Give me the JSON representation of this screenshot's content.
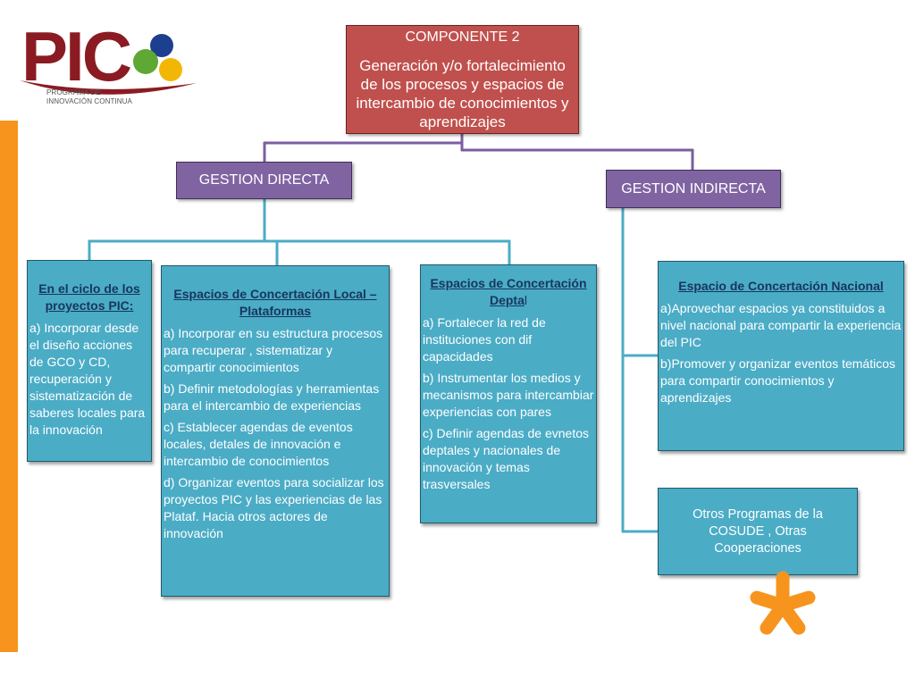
{
  "colors": {
    "component_red": "#c0504d",
    "gestion_purple": "#8064a2",
    "box_teal": "#4bacc6",
    "connector_purple": "#7b5ea1",
    "connector_teal": "#4bacc6",
    "title_text": "#17365d",
    "accent_orange": "#f7941d",
    "logo_red": "#8b1b22",
    "logo_blue": "#1c3f8f",
    "logo_green": "#5ea833",
    "logo_yellow": "#f2b705"
  },
  "logo": {
    "wordmark": "PIC",
    "subtitle_line1": "PROGRAMA DE",
    "subtitle_line2": "INNOVACIÓN CONTINUA"
  },
  "component": {
    "heading": "COMPONENTE 2",
    "description": "Generación y/o fortalecimiento de los procesos y espacios de intercambio de conocimientos y aprendizajes"
  },
  "gestion_directa": {
    "label": "GESTION DIRECTA",
    "boxes": [
      {
        "title": "En el ciclo de los proyectos PIC:",
        "items": [
          "a) Incorporar desde el diseño acciones de GCO y CD, recuperación y sistematización de saberes locales para la innovación"
        ]
      },
      {
        "title": "Espacios de Concertación Local – Plataformas",
        "items": [
          "a) Incorporar en su estructura procesos para recuperar , sistematizar y compartir conocimientos",
          "b) Definir metodologías y herramientas para el intercambio de experiencias",
          "c) Establecer agendas de eventos locales, detales de innovación e intercambio de conocimientos",
          "d) Organizar eventos para socializar los proyectos PIC y las experiencias de las Plataf. Hacia otros actores de innovación"
        ]
      },
      {
        "title": "Espacios de Concertación Depta",
        "title_tail": "l",
        "items": [
          "a) Fortalecer la red de instituciones con dif capacidades",
          "b) Instrumentar los medios y mecanismos para intercambiar experiencias con pares",
          "c) Definir agendas de evnetos deptales y nacionales de innovación y temas trasversales"
        ]
      }
    ]
  },
  "gestion_indirecta": {
    "label": "GESTION INDIRECTA",
    "boxes": [
      {
        "title": "Espacio de Concertación Nacional",
        "items": [
          "a)Aprovechar espacios ya constituidos a nivel nacional para compartir la experiencia del PIC",
          "b)Promover y organizar eventos temáticos para compartir conocimientos y aprendizajes"
        ]
      },
      {
        "text": "Otros Programas de la COSUDE , Otras Cooperaciones"
      }
    ]
  }
}
